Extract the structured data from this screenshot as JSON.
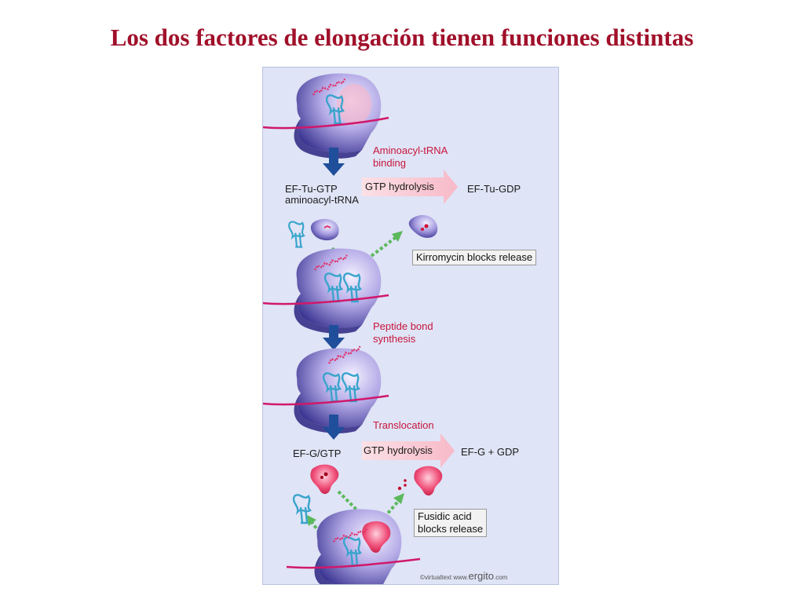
{
  "title": "Los dos factores de elongación tienen funciones distintas",
  "labels": {
    "aminoacyl_binding_line1": "Aminoacyl-tRNA",
    "aminoacyl_binding_line2": "binding",
    "ef_tu_gtp": "EF-Tu-GTP",
    "aminoacyl_trna": "aminoacyl-tRNA",
    "gtp_hydrolysis_1": "GTP hydrolysis",
    "ef_tu_gdp": "EF-Tu-GDP",
    "kirromycin": "Kirromycin blocks release",
    "peptide_line1": "Peptide bond",
    "peptide_line2": "synthesis",
    "translocation": "Translocation",
    "ef_g_gtp": "EF-G/GTP",
    "gtp_hydrolysis_2": "GTP hydrolysis",
    "ef_g_gdp": "EF-G + GDP",
    "fusidic_line1": "Fusidic acid",
    "fusidic_line2": "blocks release",
    "credit_small": "©virtualtext  www.",
    "credit_brand": "ergito",
    "credit_end": ".com"
  },
  "colors": {
    "title": "#a0102a",
    "ribosome": "#5a4fb0",
    "mrna": "#d0186a",
    "trna": "#3aa5cc",
    "peptide": "#e0306a",
    "flow_arrow": "#1f4e9a",
    "release_arrow": "#5cb85c",
    "ef_g": "#e01e5a"
  }
}
